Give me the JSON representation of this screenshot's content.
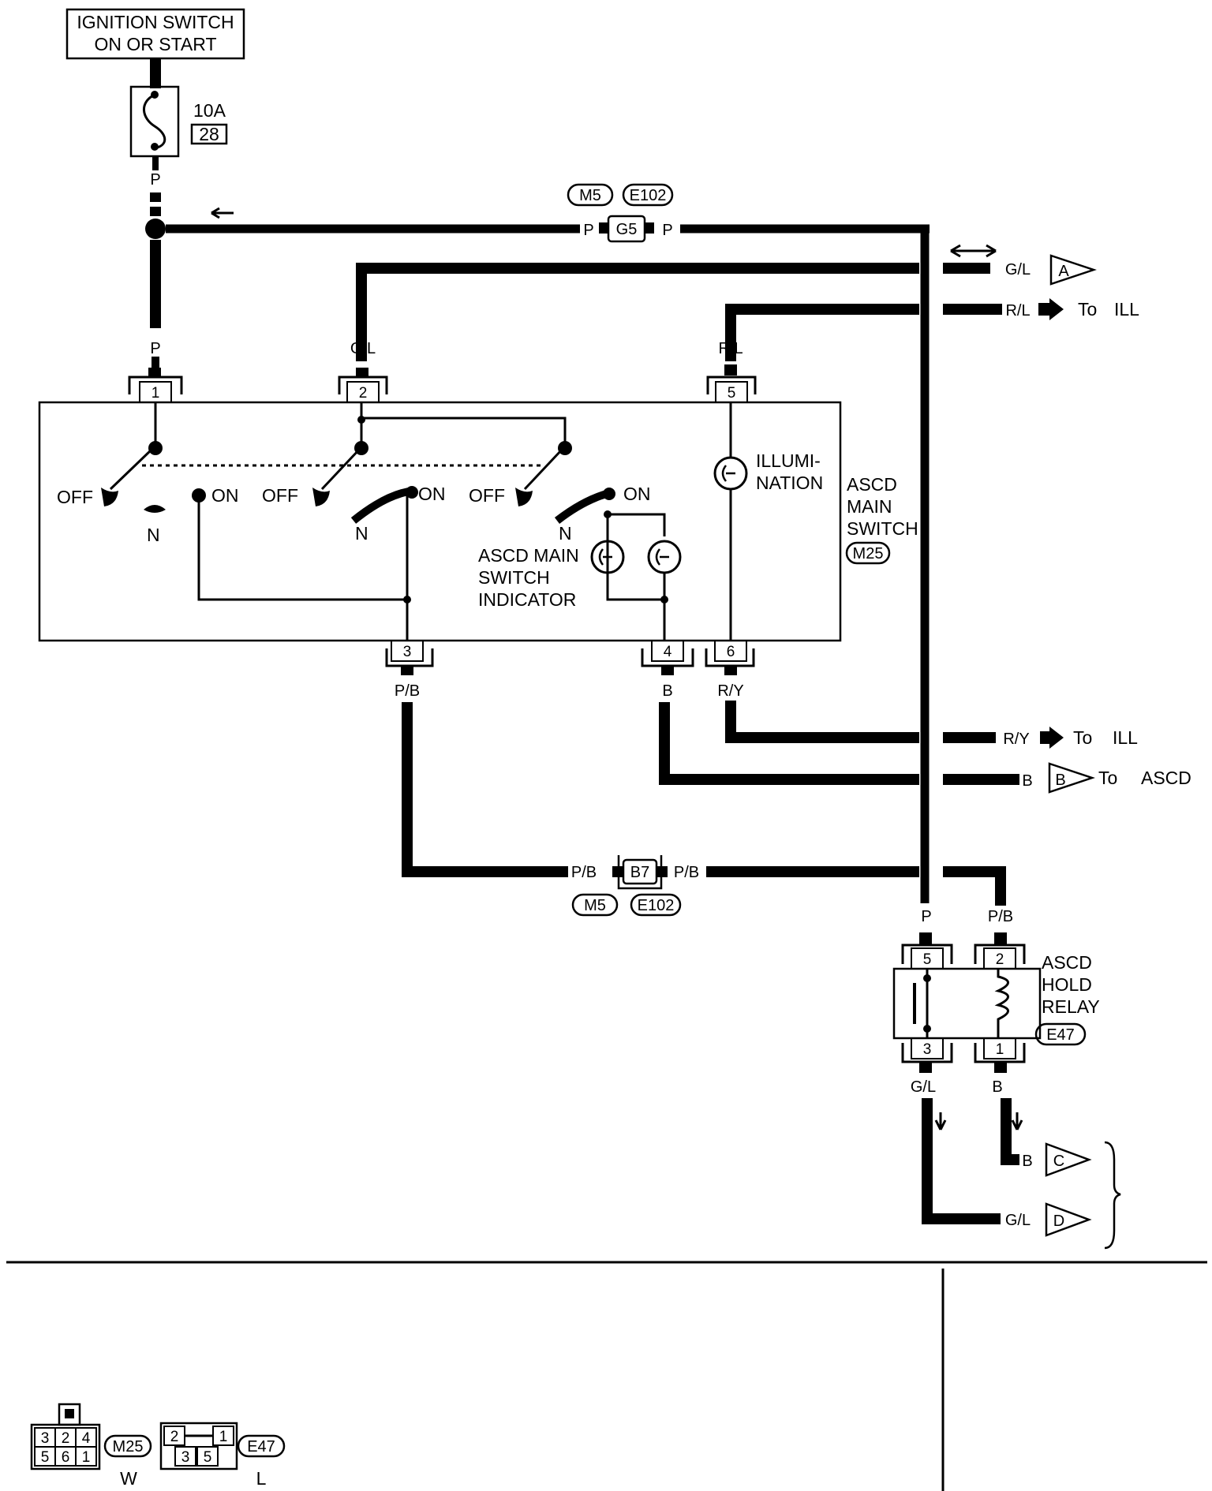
{
  "power": {
    "line1": "IGNITION SWITCH",
    "line2": "ON OR START"
  },
  "fuse": {
    "rating": "10A",
    "number": "28"
  },
  "wire_colors": {
    "p": "P",
    "gl": "G/L",
    "rl": "R/L",
    "pb": "P/B",
    "b": "B",
    "ry": "R/Y"
  },
  "joint_connector_top": {
    "m": "M5",
    "e": "E102",
    "id": "G5"
  },
  "joint_connector_mid": {
    "m": "M5",
    "e": "E102",
    "id": "B7"
  },
  "switch": {
    "name_l1": "ASCD",
    "name_l2": "MAIN",
    "name_l3": "SWITCH",
    "connector": "M25",
    "pins": {
      "p1": "1",
      "p2": "2",
      "p3": "3",
      "p4": "4",
      "p5": "5",
      "p6": "6"
    },
    "pos_off": "OFF",
    "pos_on": "ON",
    "pos_n": "N",
    "illum_l1": "ILLUMI-",
    "illum_l2": "NATION",
    "indicator_l1": "ASCD MAIN",
    "indicator_l2": "SWITCH",
    "indicator_l3": "INDICATOR"
  },
  "outputs": {
    "a": "A",
    "b": "B",
    "c": "C",
    "d": "D",
    "to": "To",
    "ill": "ILL",
    "ascd": "ASCD"
  },
  "relay": {
    "name_l1": "ASCD",
    "name_l2": "HOLD",
    "name_l3": "RELAY",
    "connector": "E47",
    "pins": {
      "p1": "1",
      "p2": "2",
      "p3": "3",
      "p5": "5"
    }
  },
  "connector_views": {
    "m25": {
      "id": "M25",
      "color": "W",
      "top": [
        "3",
        "2",
        "4"
      ],
      "bottom": [
        "5",
        "6",
        "1"
      ]
    },
    "e47": {
      "id": "E47",
      "color": "L",
      "top": [
        "2",
        "1"
      ],
      "bottom": [
        "3",
        "5"
      ]
    }
  }
}
